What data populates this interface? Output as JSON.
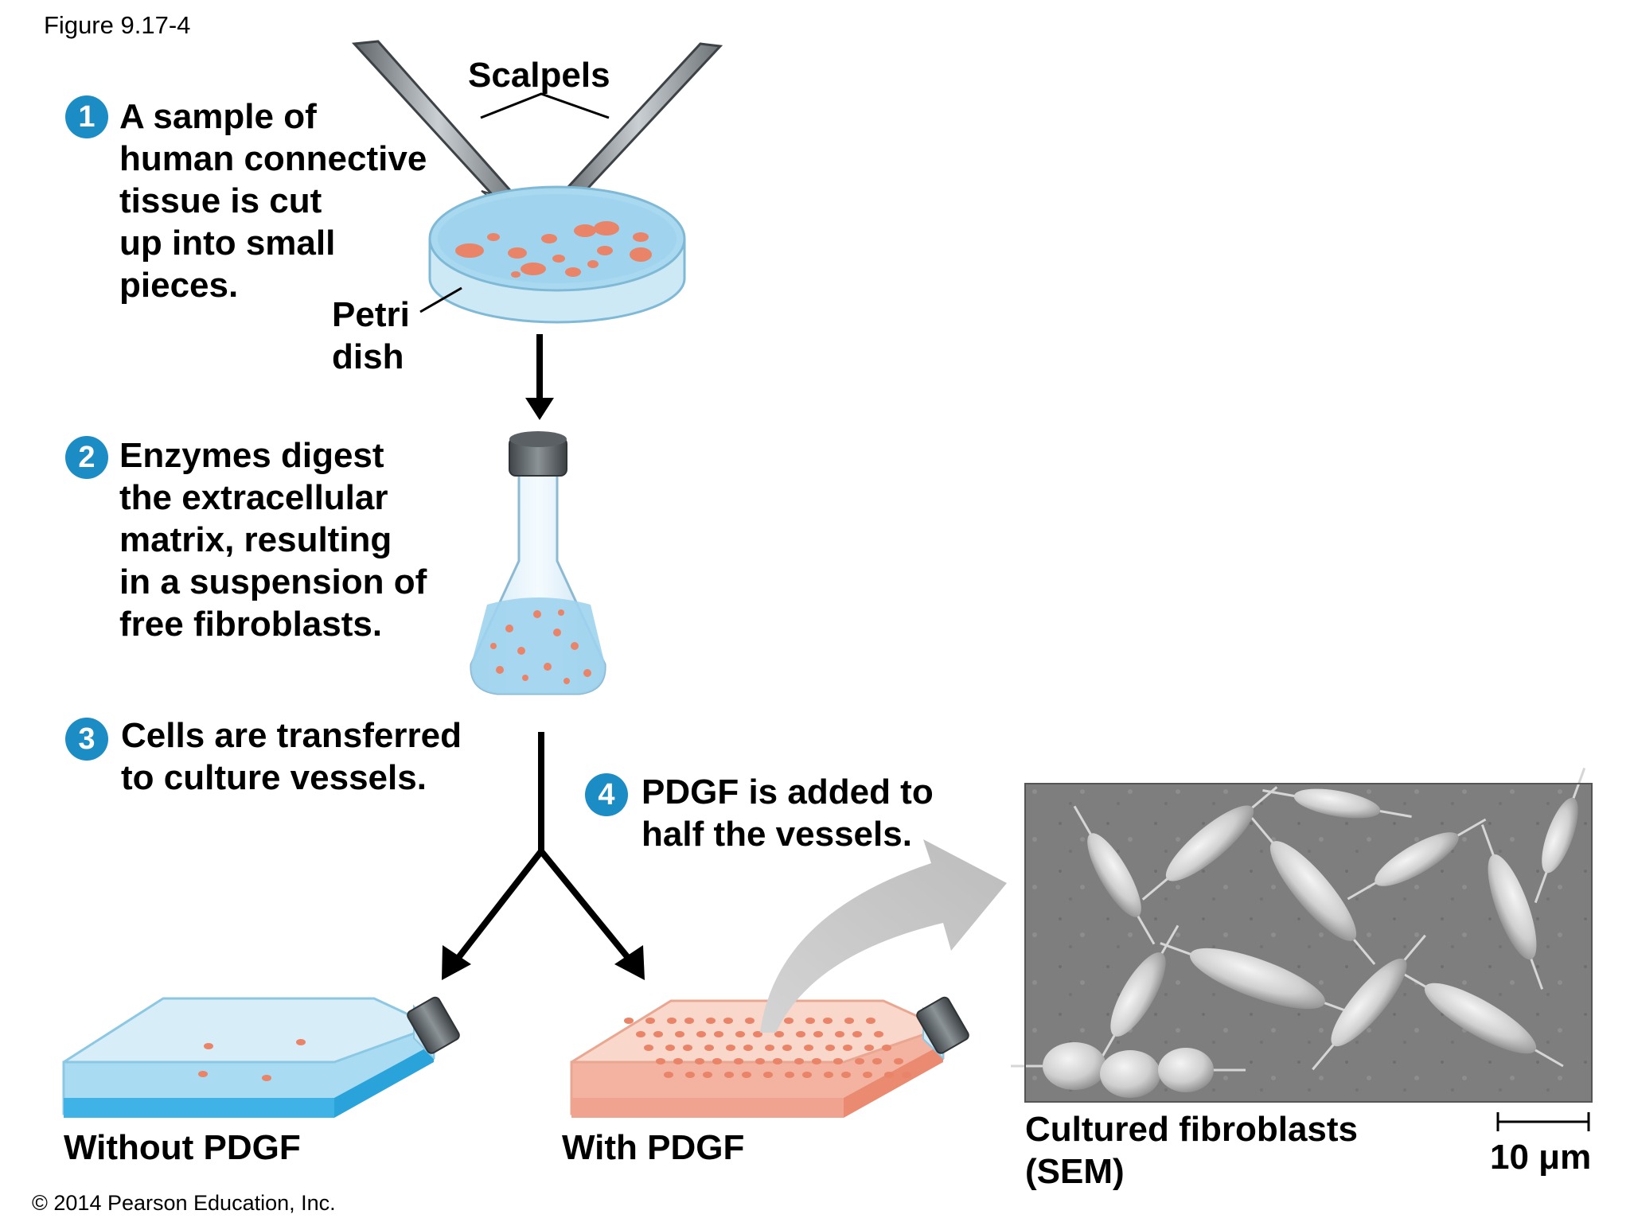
{
  "figure_label": "Figure 9.17-4",
  "copyright": "© 2014 Pearson Education, Inc.",
  "steps": [
    {
      "number": "1",
      "text": "A sample of\nhuman connective\ntissue is cut\nup into small\npieces."
    },
    {
      "number": "2",
      "text": "Enzymes digest\nthe extracellular\nmatrix, resulting\nin a suspension of\nfree fibroblasts."
    },
    {
      "number": "3",
      "text": "Cells are transferred\nto culture vessels."
    },
    {
      "number": "4",
      "text": "PDGF is added to\nhalf the vessels."
    }
  ],
  "labels": {
    "scalpels": "Scalpels",
    "petri_dish": "Petri\ndish",
    "without_pdgf": "Without PDGF",
    "with_pdgf": "With PDGF",
    "sem_caption": "Cultured fibroblasts\n(SEM)",
    "scale_bar": "10 μm"
  },
  "colors": {
    "badge": "#1b8cc4",
    "liquid": "#9fd3ee",
    "tissue": "#e98468",
    "pdgf_liquid": "#f4b3a0"
  }
}
